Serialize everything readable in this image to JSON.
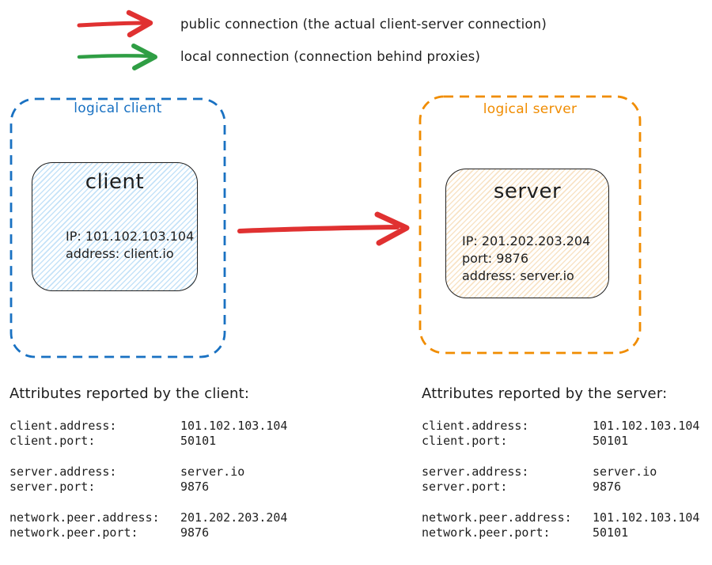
{
  "legend": {
    "public": {
      "label": "public connection (the actual client-server connection)"
    },
    "local": {
      "label": "local connection (connection behind proxies)"
    }
  },
  "logical_client": {
    "label": "logical client",
    "node": {
      "title": "client",
      "lines": [
        "IP: 101.102.103.104",
        "address: client.io"
      ]
    }
  },
  "logical_server": {
    "label": "logical server",
    "node": {
      "title": "server",
      "lines": [
        "IP: 201.202.203.204",
        "port: 9876",
        "address: server.io"
      ]
    }
  },
  "attributes_client": {
    "heading": "Attributes reported by the client:",
    "rows": [
      {
        "label": "client.address:",
        "value": "101.102.103.104"
      },
      {
        "label": "client.port:",
        "value": "50101"
      },
      {
        "label": "server.address:",
        "value": "server.io"
      },
      {
        "label": "server.port:",
        "value": "9876"
      },
      {
        "label": "network.peer.address:",
        "value": "201.202.203.204"
      },
      {
        "label": "network.peer.port:",
        "value": "9876"
      }
    ]
  },
  "attributes_server": {
    "heading": "Attributes reported by the server:",
    "rows": [
      {
        "label": "client.address:",
        "value": "101.102.103.104"
      },
      {
        "label": "client.port:",
        "value": "50101"
      },
      {
        "label": "server.address:",
        "value": "server.io"
      },
      {
        "label": "server.port:",
        "value": "9876"
      },
      {
        "label": "network.peer.address:",
        "value": "101.102.103.104"
      },
      {
        "label": "network.peer.port:",
        "value": "50101"
      }
    ]
  },
  "colors": {
    "public_connection_red": "#e03131",
    "local_connection_green": "#2f9e44",
    "logical_client_blue": "#1971c2",
    "logical_server_orange": "#f08c00",
    "client_node_hatch": "#95cbf2",
    "server_node_hatch": "#f3d0a0",
    "text_ink": "#1e1e1e"
  }
}
